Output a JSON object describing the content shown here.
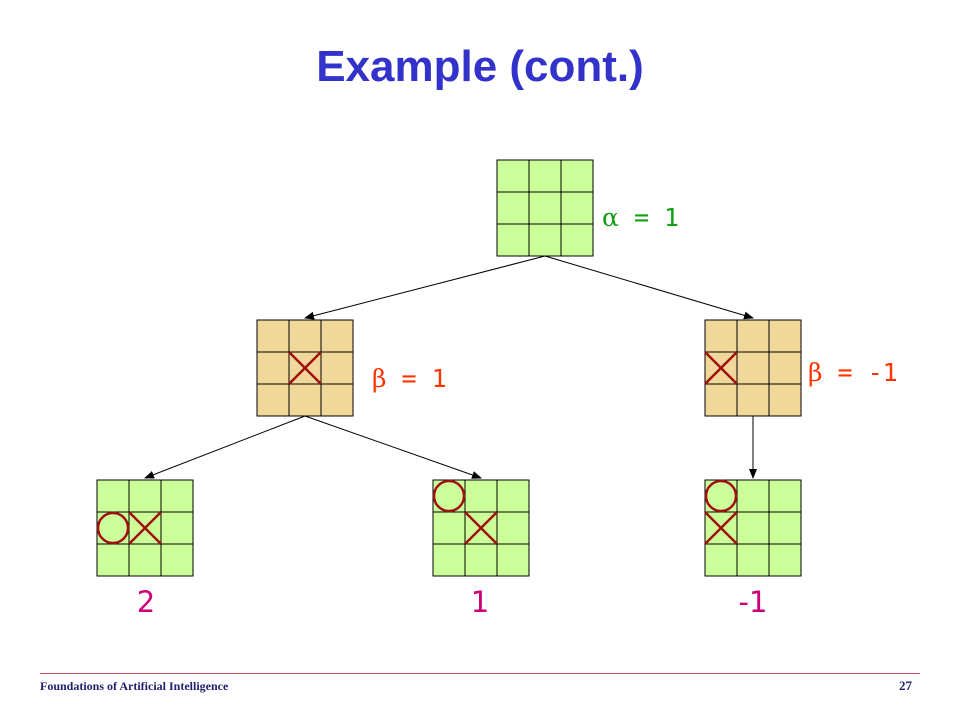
{
  "slide": {
    "title": "Example (cont.)",
    "footer": "Foundations of Artificial Intelligence",
    "page_number": "27"
  },
  "colors": {
    "title": "#3333cc",
    "alpha_label": "#11a011",
    "beta_label": "#ff3300",
    "leaf_value": "#cc0077",
    "board_leaf_fill": "#ccff99",
    "board_expanded_fill": "#f0d89a",
    "mark": "#a01010",
    "footer_rule": "#c0504d"
  },
  "tree": {
    "nodes": [
      {
        "id": "root",
        "fill": "leaf",
        "marks": [],
        "label": {
          "symbol": "α",
          "text": " = 1",
          "kind": "alpha"
        }
      },
      {
        "id": "left",
        "fill": "expanded",
        "marks": [
          {
            "type": "X",
            "row": 1,
            "col": 1
          }
        ],
        "label": {
          "symbol": "β",
          "text": " = 1",
          "kind": "beta"
        }
      },
      {
        "id": "right",
        "fill": "expanded",
        "marks": [
          {
            "type": "X",
            "row": 1,
            "col": 0
          }
        ],
        "label": {
          "symbol": "β",
          "text": " = -1",
          "kind": "beta"
        }
      },
      {
        "id": "leaf1",
        "fill": "leaf",
        "marks": [
          {
            "type": "O",
            "row": 1,
            "col": 0
          },
          {
            "type": "X",
            "row": 1,
            "col": 1
          }
        ],
        "value": "2"
      },
      {
        "id": "leaf2",
        "fill": "leaf",
        "marks": [
          {
            "type": "O",
            "row": 0,
            "col": 0
          },
          {
            "type": "X",
            "row": 1,
            "col": 1
          }
        ],
        "value": "1"
      },
      {
        "id": "leaf3",
        "fill": "leaf",
        "marks": [
          {
            "type": "O",
            "row": 0,
            "col": 0
          },
          {
            "type": "X",
            "row": 1,
            "col": 0
          }
        ],
        "value": "-1"
      }
    ],
    "edges": [
      {
        "from": "root",
        "to": "left"
      },
      {
        "from": "root",
        "to": "right"
      },
      {
        "from": "left",
        "to": "leaf1"
      },
      {
        "from": "left",
        "to": "leaf2"
      },
      {
        "from": "right",
        "to": "leaf3"
      }
    ]
  }
}
